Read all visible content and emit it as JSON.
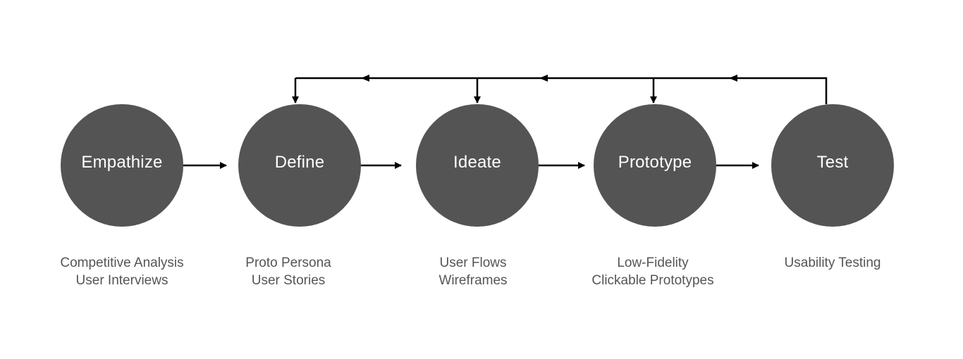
{
  "stages": [
    {
      "label": "Empathize",
      "activities": [
        "Competitive Analysis",
        "User Interviews"
      ]
    },
    {
      "label": "Define",
      "activities": [
        "Proto Persona",
        "User Stories"
      ]
    },
    {
      "label": "Ideate",
      "activities": [
        "User Flows",
        "Wireframes"
      ]
    },
    {
      "label": "Prototype",
      "activities": [
        "Low-Fidelity",
        "Clickable Prototypes"
      ]
    },
    {
      "label": "Test",
      "activities": [
        "Usability Testing",
        ""
      ]
    }
  ],
  "colors": {
    "circle_fill": "#545454",
    "circle_text": "#ffffff",
    "activity_text": "#555555",
    "connector": "#000000"
  }
}
